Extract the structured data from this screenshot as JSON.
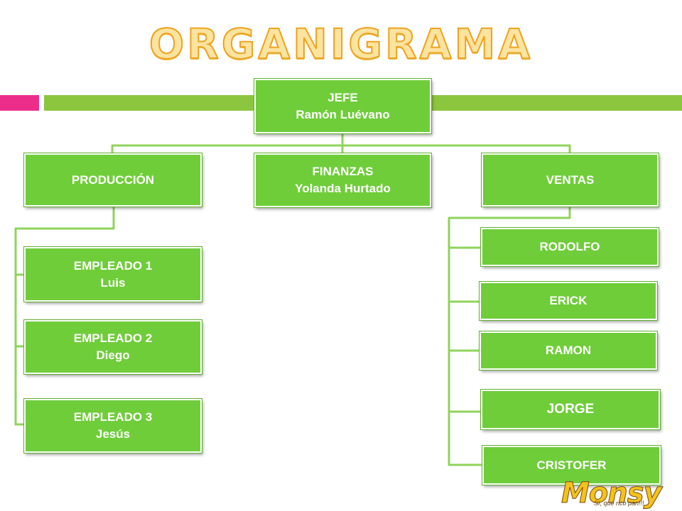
{
  "title": "ORGANIGRAMA",
  "colors": {
    "box": "#6fcd3a",
    "accent_pink": "#ec2e8a",
    "accent_green": "#8cc63f",
    "title_fill": "#fbe3a0",
    "title_stroke": "#f0a21c"
  },
  "boss": {
    "role": "JEFE",
    "name": "Ramón Luévano"
  },
  "produccion": {
    "label": "PRODUCCIÓN",
    "employees": [
      {
        "role": "EMPLEADO 1",
        "name": "Luis"
      },
      {
        "role": "EMPLEADO 2",
        "name": "Diego"
      },
      {
        "role": "EMPLEADO 3",
        "name": "Jesús"
      }
    ]
  },
  "finanzas": {
    "role": "FINANZAS",
    "name": "Yolanda Hurtado"
  },
  "ventas": {
    "label": "VENTAS",
    "members": [
      "RODOLFO",
      "ERICK",
      "RAMON",
      "JORGE",
      "CRISTOFER"
    ]
  },
  "logo": {
    "word": "Monsy",
    "tagline": "Sí, que rico pan!!!"
  }
}
